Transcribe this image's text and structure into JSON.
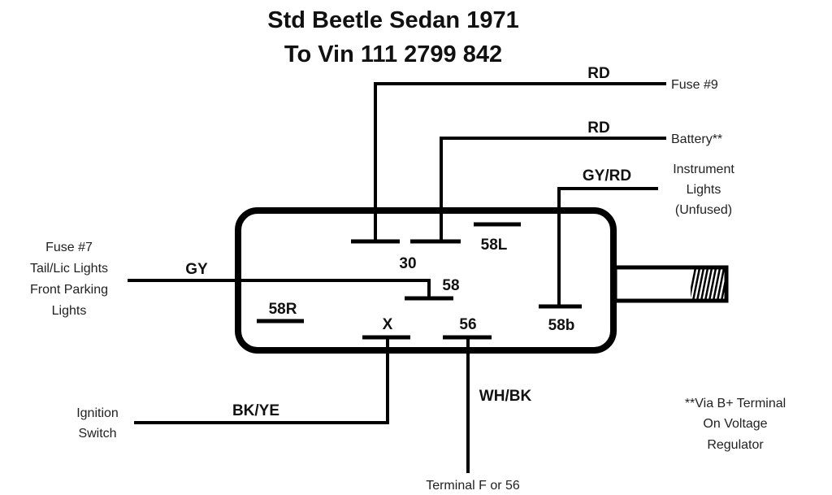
{
  "title": {
    "line1": "Std Beetle Sedan 1971",
    "line2": "To Vin 111 2799 842"
  },
  "terminals": {
    "t30": "30",
    "t58l": "58L",
    "t58": "58",
    "t58r": "58R",
    "tx": "X",
    "t56": "56",
    "t58b": "58b"
  },
  "wires": {
    "fuse9_color": "RD",
    "battery_color": "RD",
    "instrument_color": "GY/RD",
    "fuse7_color": "GY",
    "ignition_color": "BK/YE",
    "terminal56_color": "WH/BK"
  },
  "connections": {
    "fuse9": "Fuse #9",
    "battery": "Battery**",
    "instrument": [
      "Instrument",
      "Lights",
      "(Unfused)"
    ],
    "fuse7": [
      "Fuse #7",
      "Tail/Lic Lights",
      "Front Parking",
      "Lights"
    ],
    "ignition": [
      "Ignition",
      "Switch"
    ],
    "terminal56": "Terminal F or 56"
  },
  "note": [
    "**Via B+ Terminal",
    "On Voltage",
    "Regulator"
  ]
}
